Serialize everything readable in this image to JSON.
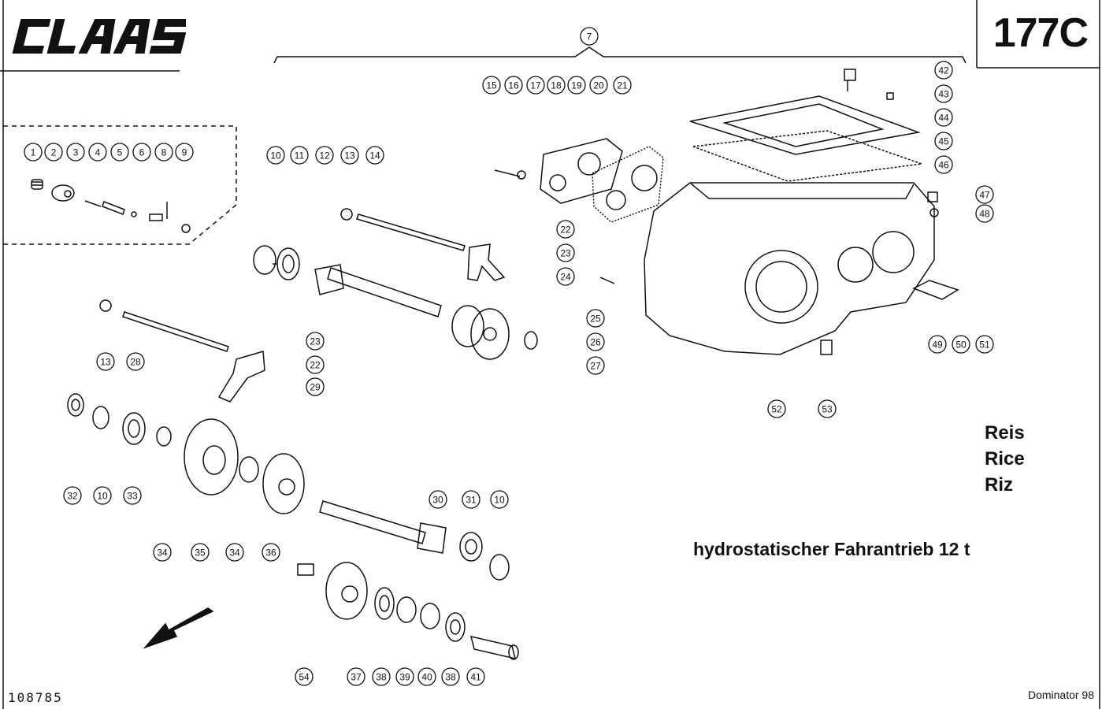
{
  "header": {
    "logo_text": "CLAAS",
    "page_code": "177C"
  },
  "languages": [
    "Reis",
    "Rice",
    "Riz"
  ],
  "caption": "hydrostatischer Fahrantrieb 12 t",
  "footer": {
    "drawing_number": "108785",
    "model": "Dominator 98"
  },
  "callouts": [
    "1",
    "2",
    "3",
    "4",
    "5",
    "6",
    "8",
    "9",
    "7",
    "10",
    "11",
    "12",
    "13",
    "14",
    "15",
    "16",
    "17",
    "18",
    "19",
    "20",
    "21",
    "22",
    "23",
    "24",
    "25",
    "26",
    "27",
    "28",
    "29",
    "30",
    "31",
    "32",
    "33",
    "34",
    "35",
    "36",
    "37",
    "38",
    "39",
    "40",
    "41",
    "42",
    "43",
    "44",
    "45",
    "46",
    "47",
    "48",
    "49",
    "50",
    "51",
    "52",
    "53",
    "54"
  ],
  "colors": {
    "ink": "#111111",
    "paper": "#ffffff"
  }
}
